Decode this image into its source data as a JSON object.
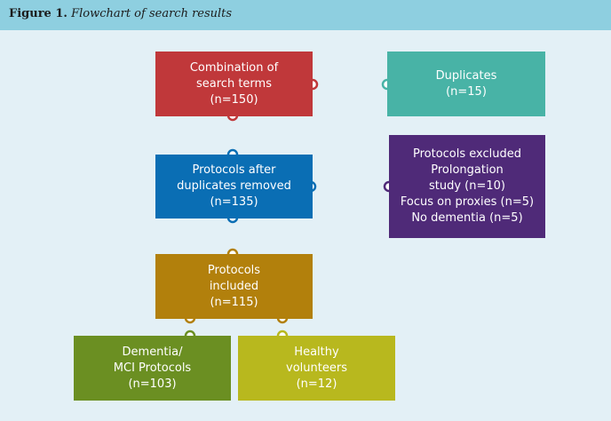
{
  "figure": {
    "label": "Figure 1.",
    "caption": "Flowchart of search results"
  },
  "colors": {
    "header": "#8ecfe0",
    "background": "#e3f0f6",
    "search": "#c0383a",
    "duplicates": "#48b3a6",
    "after_duplicates": "#0a6eb4",
    "excluded": "#4f2a78",
    "included": "#b2800c",
    "dementia": "#6b8f22",
    "healthy": "#b8b81e"
  },
  "boxes": {
    "search": {
      "lines": [
        "Combination of",
        "search terms",
        "(n=150)"
      ]
    },
    "duplicates": {
      "lines": [
        "Duplicates",
        "(n=15)"
      ]
    },
    "after_duplicates": {
      "lines": [
        "Protocols after",
        "duplicates removed",
        "(n=135)"
      ]
    },
    "excluded": {
      "lines": [
        "Protocols excluded",
        "Prolongation",
        "study (n=10)",
        "Focus on proxies (n=5)",
        "No dementia (n=5)"
      ]
    },
    "included": {
      "lines": [
        "Protocols",
        "included",
        "(n=115)"
      ]
    },
    "dementia": {
      "lines": [
        "Dementia/",
        "MCI Protocols",
        "(n=103)"
      ]
    },
    "healthy": {
      "lines": [
        "Healthy",
        "volunteers",
        "(n=12)"
      ]
    }
  }
}
